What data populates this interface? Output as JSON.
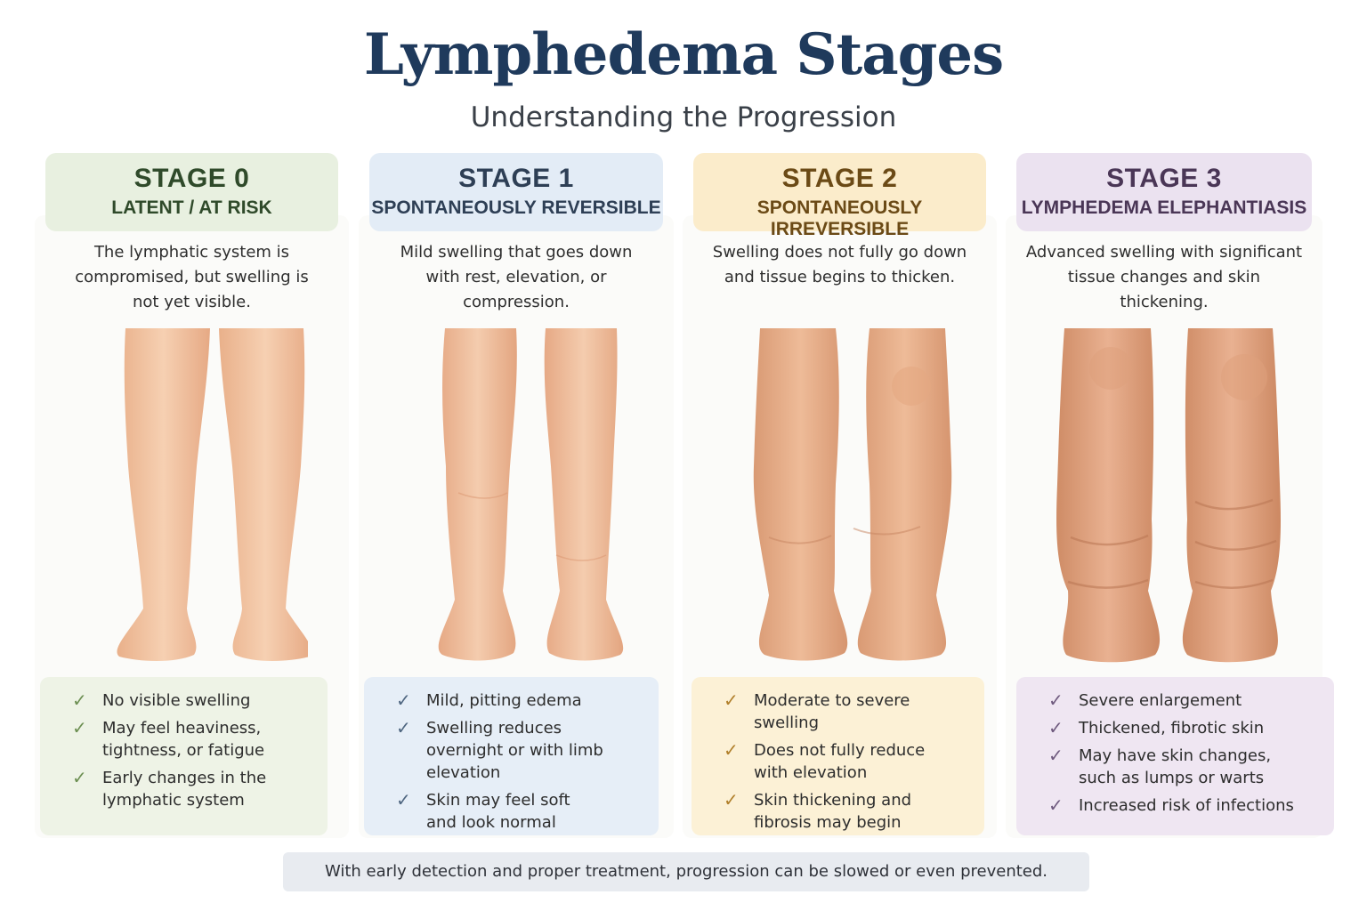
{
  "title": "Lymphedema Stages",
  "subtitle": "Understanding the Progression",
  "stages": [
    {
      "title": "STAGE 0",
      "subtitle": "LATENT / AT RISK",
      "description": "The lymphatic system is compromised, but swelling is not yet visible.",
      "header_color": "#e8f0e0",
      "title_color": "#2f4a2a",
      "bullet_bg": "#eef3e6",
      "check_color": "#6c8f52",
      "illustration": "normal-legs",
      "bullets": [
        "No visible swelling",
        "May feel heaviness, tightness, or fatigue",
        "Early changes in the lymphatic system"
      ]
    },
    {
      "title": "STAGE 1",
      "subtitle": "SPONTANEOUSLY REVERSIBLE",
      "description": "Mild swelling that goes down with rest, elevation, or compression.",
      "header_color": "#e3ecf6",
      "title_color": "#2e3f55",
      "bullet_bg": "#e6eef7",
      "check_color": "#4f6680",
      "illustration": "mildly-swollen-legs",
      "bullets": [
        "Mild, pitting edema",
        "Swelling reduces overnight or with limb elevation",
        "Skin may feel soft and look normal"
      ]
    },
    {
      "title": "STAGE 2",
      "subtitle": "SPONTANEOUSLY IRREVERSIBLE",
      "description": "Swelling does not fully go down and tissue begins to thicken.",
      "header_color": "#fbeccb",
      "title_color": "#6b4a16",
      "bullet_bg": "#fcf1d6",
      "check_color": "#b07f2a",
      "illustration": "swollen-thickened-legs",
      "bullets": [
        "Moderate to severe swelling",
        "Does not fully reduce with elevation",
        "Skin thickening and fibrosis may begin"
      ]
    },
    {
      "title": "STAGE 3",
      "subtitle": "LYMPHEDEMA ELEPHANTIASIS",
      "description": "Advanced swelling with significant tissue changes and skin thickening.",
      "header_color": "#ebe2f0",
      "title_color": "#4a3656",
      "bullet_bg": "#efe6f2",
      "check_color": "#6f5a7e",
      "illustration": "severely-enlarged-legs",
      "bullets": [
        "Severe enlargement",
        "Thickened, fibrotic skin",
        "May have skin changes, such as lumps or warts",
        "Increased risk of infections"
      ]
    }
  ],
  "footer": "With early detection and proper treatment, progression can be slowed or even prevented.",
  "colors": {
    "title": "#1f3a5c",
    "skin_light": "#f3c9a8",
    "skin_mid": "#e8ae88",
    "skin_dark": "#d99a74"
  }
}
